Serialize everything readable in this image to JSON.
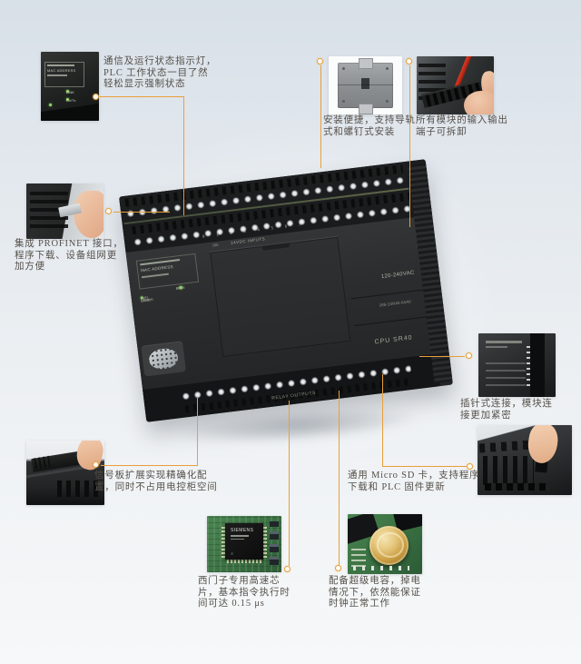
{
  "page": {
    "accent_color": "#E89F3C",
    "bg_top": "#d8e0e8",
    "bg_bottom": "#f6f8f9",
    "text_color": "#55504A"
  },
  "callouts": {
    "status": {
      "lines": [
        "通信及运行状态指示灯，",
        "PLC 工作状态一目了然",
        "轻松显示强制状态"
      ]
    },
    "mounting": {
      "lines": [
        "安装便捷，支持导轨",
        "式和螺钉式安装"
      ]
    },
    "terminals": {
      "lines": [
        "所有模块的输入输出",
        "端子可拆卸"
      ]
    },
    "profinet": {
      "lines": [
        "集成 PROFINET 接口，",
        "程序下载、设备组网更",
        "加方便"
      ]
    },
    "pins": {
      "lines": [
        "插针式连接，模块连",
        "接更加紧密"
      ]
    },
    "signalboard": {
      "lines": [
        "信号板扩展实现精确化配",
        "置，同时不占用电控柜空间"
      ]
    },
    "sdcard": {
      "lines": [
        "通用 Micro SD 卡，支持程序",
        "下载和 PLC 固件更新"
      ]
    },
    "chip": {
      "lines": [
        "西门子专用高速芯",
        "片，基本指令执行时",
        "间可达 0.15 μs"
      ]
    },
    "capacitor": {
      "lines": [
        "配备超级电容，掉电",
        "情况下，依然能保证",
        "时钟正常工作"
      ]
    }
  },
  "device": {
    "labels": {
      "digits": "0 1 2 3 4 5 6 7",
      "mac": "MAC ADDRESS",
      "run": "RUN",
      "stop": "STOP",
      "error": "ERROR",
      "link": "LINK",
      "rxtx": "Rx/Tx",
      "di": "DIb",
      "inputs": "24VDC INPUTS",
      "power": "120-240VAC",
      "order_no": "288-1SR40-0AA0",
      "model": "CPU SR40",
      "outputs": "RELAY OUTPUTS"
    }
  },
  "insets": {
    "chip_brand": "SIEMENS"
  }
}
